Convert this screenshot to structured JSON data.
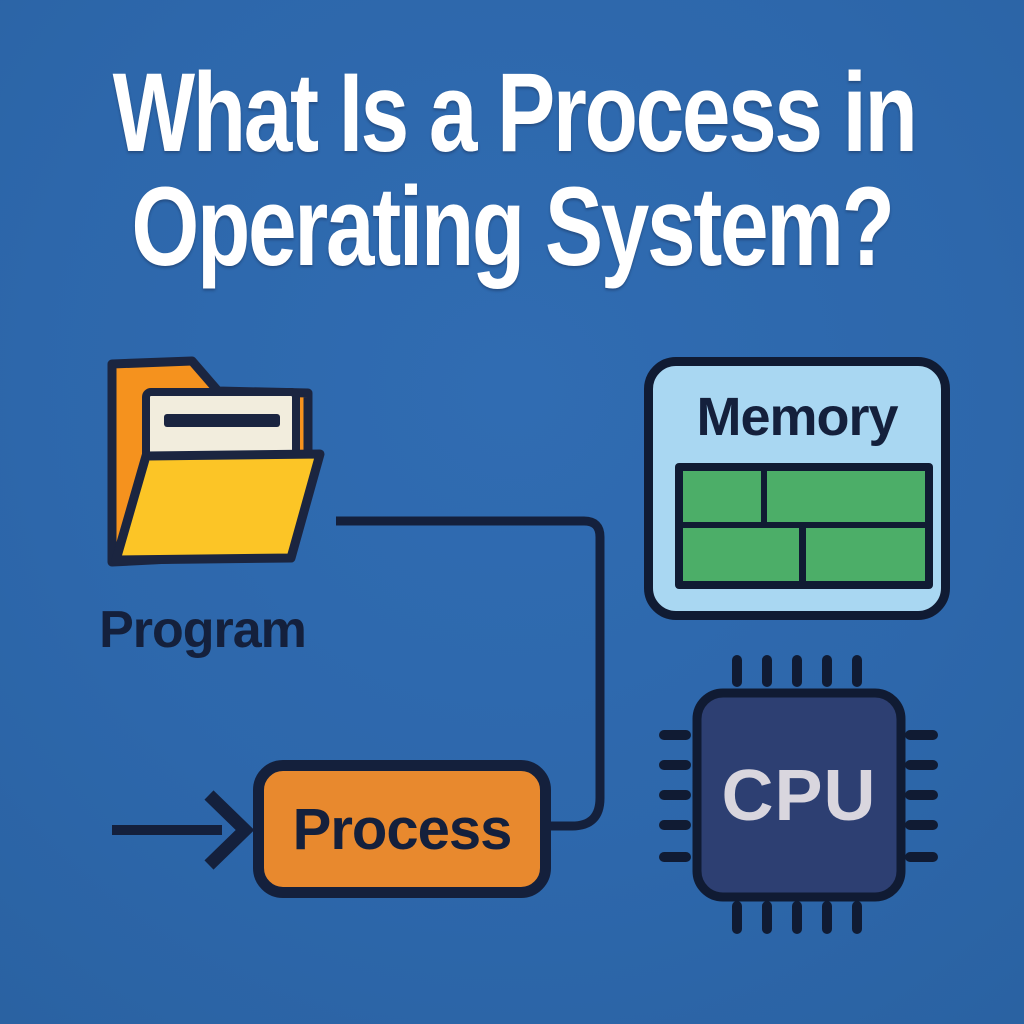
{
  "title": {
    "line1": "What Is a Process in",
    "line2": "Operating System?"
  },
  "program": {
    "label": "Program",
    "icon": "open-folder-icon"
  },
  "memory": {
    "label": "Memory",
    "icon": "memory-blocks-icon",
    "block_count": 4
  },
  "cpu": {
    "label": "CPU",
    "icon": "cpu-chip-icon",
    "pins_per_side": 5
  },
  "process": {
    "label": "Process"
  },
  "connections": [
    "program-folder to process-box (elbow line, right then down)",
    "arrow pointing into process-box from left"
  ],
  "colors": {
    "background": "#2d67ab",
    "outline_navy": "#14203c",
    "title_white": "#ffffff",
    "folder_back_orange": "#f5921e",
    "folder_front_yellow": "#fcc526",
    "document_cream": "#f2eddd",
    "memory_light_blue": "#a9d7f2",
    "memory_green": "#4cae68",
    "cpu_body_navy": "#2d3f72",
    "cpu_text_gray": "#d9d6de",
    "process_orange": "#e8892e"
  }
}
